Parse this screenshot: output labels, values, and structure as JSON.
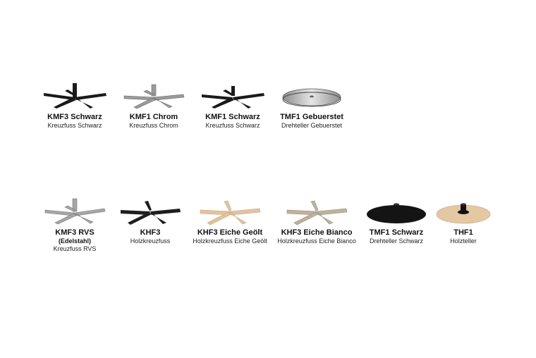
{
  "items": [
    {
      "code": "KMF3 Schwarz",
      "desc": "Kreuzfuss Schwarz",
      "icon": "star-base-5-arm-icon",
      "color": "#1a1a1a"
    },
    {
      "code": "KMF1 Chrom",
      "desc": "Kreuzfuss Chrom",
      "icon": "star-base-5-arm-icon",
      "color": "#9a9a9a"
    },
    {
      "code": "KMF1 Schwarz",
      "desc": "Kreuzfuss Schwarz",
      "icon": "star-base-5-arm-icon",
      "color": "#1a1a1a"
    },
    {
      "code": "TMF1 Gebuerstet",
      "desc": "Drehteller Gebuerstet",
      "icon": "disc-base-icon",
      "color": "#b0b0b0"
    },
    {
      "code": "KMF3 RVS",
      "extra": "(Edelstahl)",
      "desc": "Kreuzfuss RVS",
      "icon": "star-base-5-arm-icon",
      "color": "#a6a6a6"
    },
    {
      "code": "KHF3",
      "desc": "Holzkreuzfuss",
      "icon": "star-base-5-arm-icon",
      "color": "#1e1e1e"
    },
    {
      "code": "KHF3 Eiche Geölt",
      "desc": "Holzkreuzfuss Eiche Geölt",
      "icon": "star-base-5-arm-icon",
      "color": "#e2c3a0"
    },
    {
      "code": "KHF3 Eiche Bianco",
      "desc": "Holzkreuzfuss Eiche Bianco",
      "icon": "star-base-5-arm-icon",
      "color": "#bfb1a0"
    },
    {
      "code": "TMF1 Schwarz",
      "desc": "Drehteller Schwarz",
      "icon": "disc-base-icon",
      "color": "#141414"
    },
    {
      "code": "THF1",
      "desc": "Holzteller",
      "icon": "disc-base-icon",
      "color": "#e4c7a3"
    }
  ]
}
